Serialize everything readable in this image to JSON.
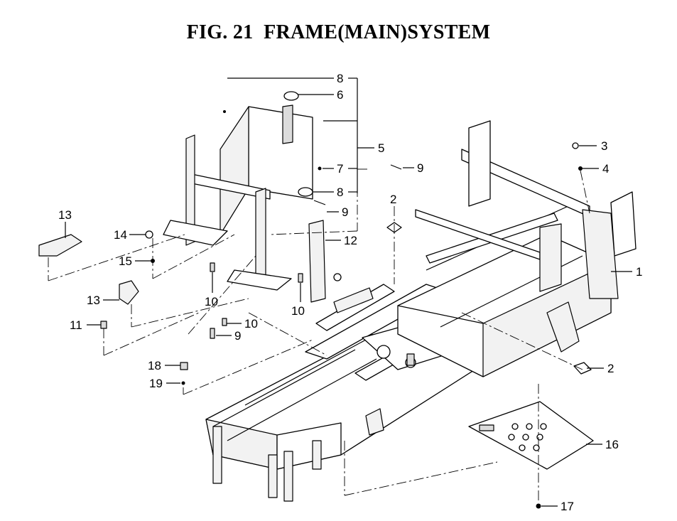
{
  "figure": {
    "title": "FIG. 21  FRAME(MAIN)SYSTEM"
  },
  "callouts": {
    "c1": "1",
    "c2a": "2",
    "c2b": "2",
    "c3": "3",
    "c4": "4",
    "c5": "5",
    "c6": "6",
    "c7": "7",
    "c8a": "8",
    "c8b": "8",
    "c9a": "9",
    "c9b": "9",
    "c9c": "9",
    "c10a": "10",
    "c10b": "10",
    "c10c": "10",
    "c11": "11",
    "c12": "12",
    "c13a": "13",
    "c13b": "13",
    "c14": "14",
    "c15": "15",
    "c16": "16",
    "c17": "17",
    "c18": "18",
    "c19": "19"
  },
  "icons": {
    "frame": "main-frame-icon",
    "seat": "seat-support-icon",
    "plate": "floor-plate-icon"
  }
}
